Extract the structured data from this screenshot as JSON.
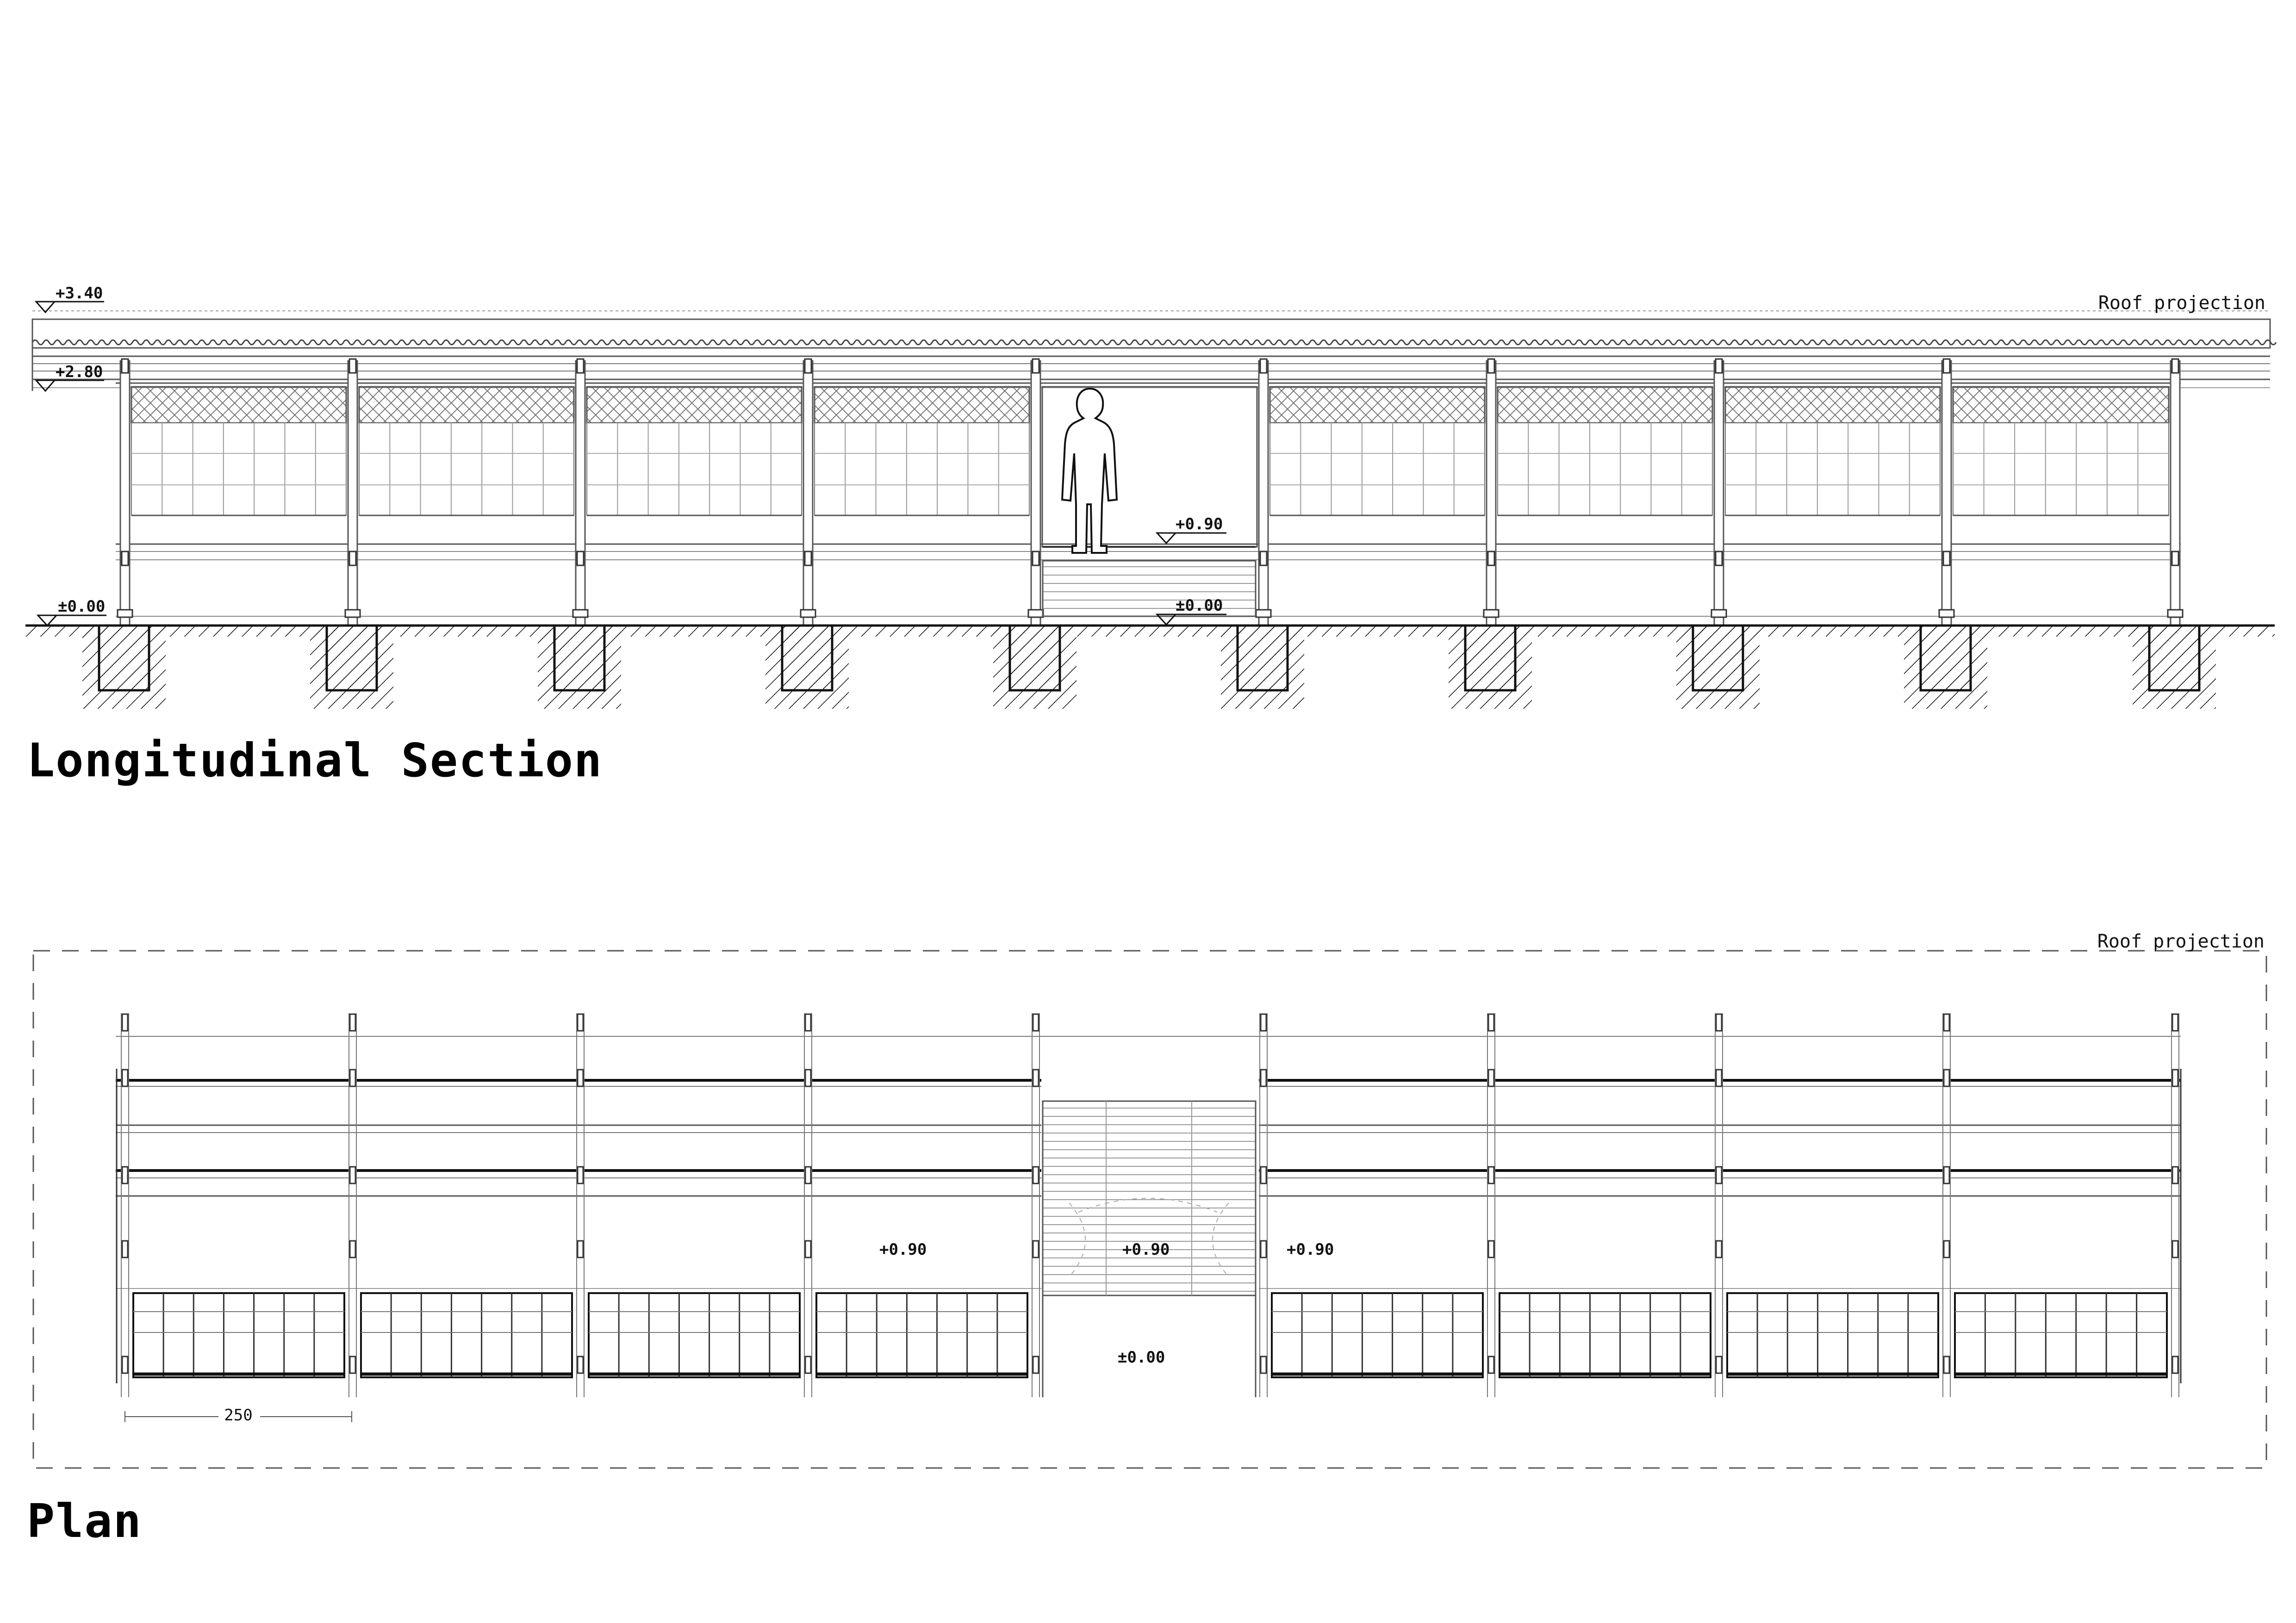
{
  "section": {
    "title": "Longitudinal Section",
    "roof_note": "Roof projection",
    "levels": {
      "ridge": "+3.40",
      "eave": "+2.80",
      "ground_left": "±0.00",
      "platform": "+0.90",
      "ground_center": "±0.00"
    }
  },
  "plan": {
    "title": "Plan",
    "roof_note": "Roof projection",
    "levels": {
      "left": "+0.90",
      "center": "+0.90",
      "right": "+0.90",
      "entry": "±0.00"
    },
    "dimension": "250"
  },
  "colors": {
    "ink": "#111111",
    "light": "#6b6b6b",
    "dash": "#555555"
  },
  "icons": [
    "human-figure-icon",
    "level-marker-icon",
    "hatch-pattern"
  ]
}
